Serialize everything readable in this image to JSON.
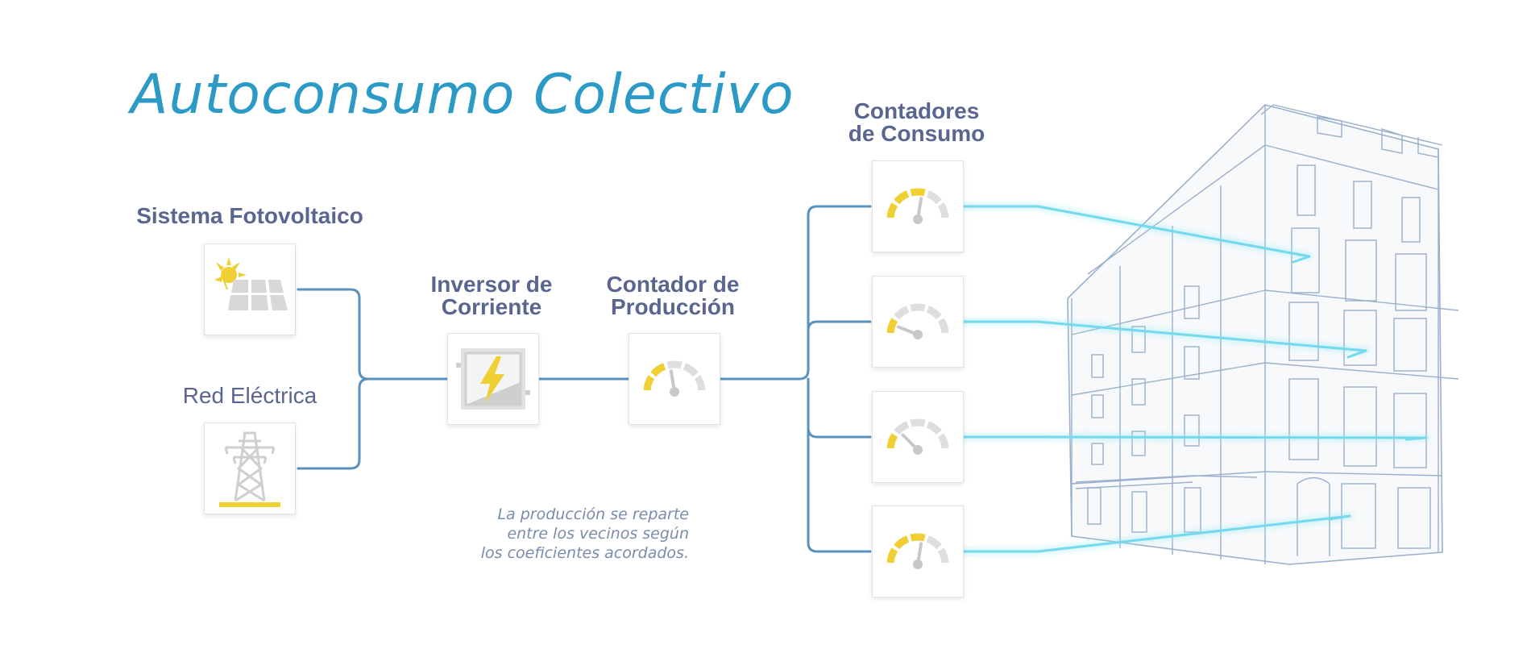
{
  "title": "Autoconsumo Colectivo",
  "nodes": {
    "solar": "Sistema Fotovoltaico",
    "grid": "Red Eléctrica",
    "inverter": [
      "Inversor de",
      "Corriente"
    ],
    "production_meter": [
      "Contador de",
      "Producción"
    ],
    "consumption_meters": [
      "Contadores",
      "de Consumo"
    ]
  },
  "note": [
    "La producción se reparte",
    "entre los vecinos según",
    "los coeficientes acordados."
  ],
  "meters": [
    {
      "fill": 0.55
    },
    {
      "fill": 0.12
    },
    {
      "fill": 0.25
    },
    {
      "fill": 0.55
    }
  ],
  "production_level": 0.45,
  "colors": {
    "title": "#2b9ac6",
    "label": "#5a6690",
    "line": "#5b92bd",
    "accent": "#f0cf32",
    "gauge_empty": "#dedede",
    "flow": "#8ee7f2",
    "sketch": "#8aa3c4"
  },
  "icons": {
    "solar": "solar-panel-icon",
    "grid": "power-tower-icon",
    "inverter": "inverter-icon",
    "meter": "gauge-icon",
    "building": "building-sketch"
  }
}
